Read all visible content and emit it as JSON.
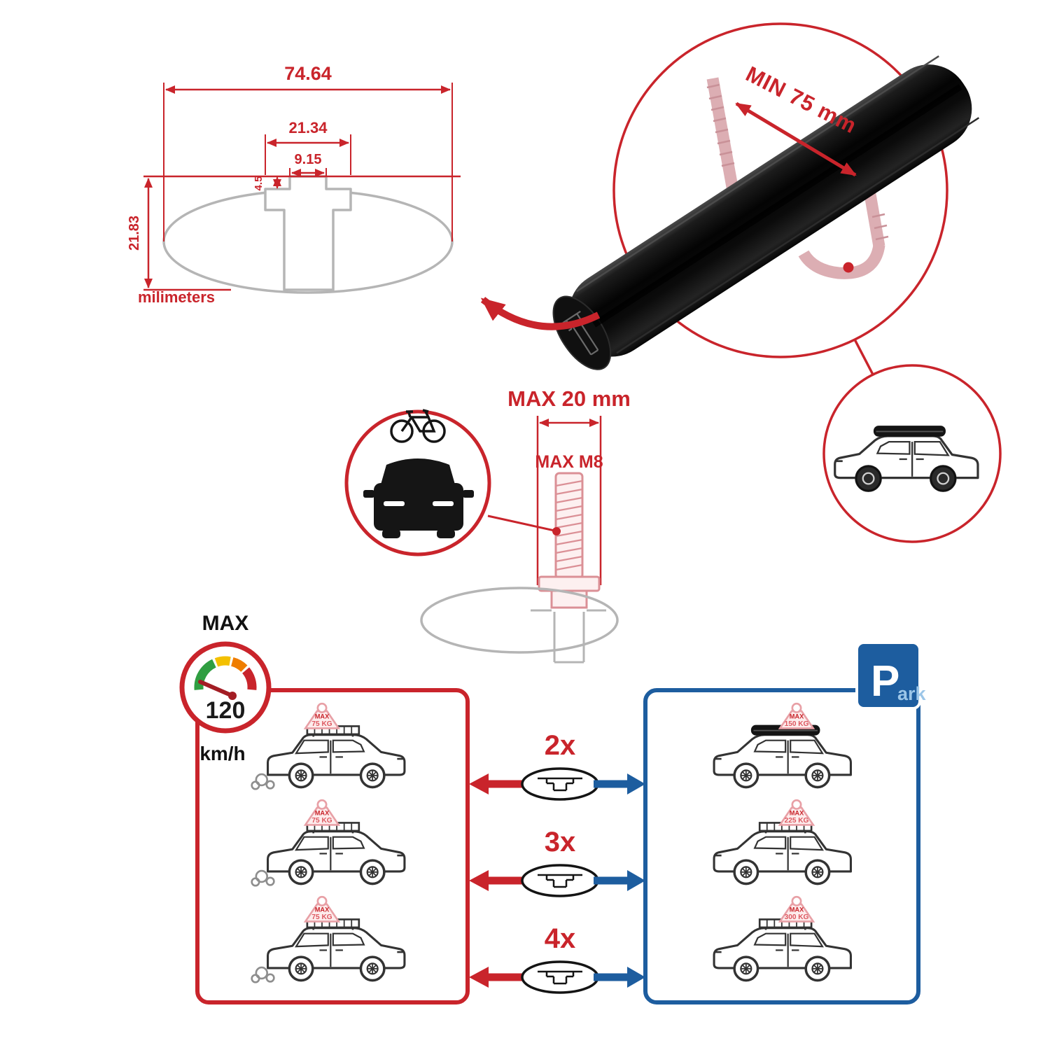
{
  "colors": {
    "red": "#c9242b",
    "blue": "#1d5d9f",
    "pink": "#e8a0a6",
    "gray": "#b5b5b5",
    "dark": "#141414"
  },
  "dimension_diagram": {
    "total_width": "74.64",
    "cavity_width": "21.34",
    "slot_width": "9.15",
    "slot_depth": "4.5",
    "total_height": "21.83",
    "units": "milimeters"
  },
  "crossbar_detail": {
    "min_span": "MIN 75 mm"
  },
  "bolt_detail": {
    "max_width": "MAX 20 mm",
    "max_thread": "MAX M8"
  },
  "speed_limit": {
    "label": "MAX",
    "value": "120",
    "unit": "km/h"
  },
  "park_sign": {
    "letter": "P",
    "rest": "ark"
  },
  "rows": [
    {
      "multiplier": "2x",
      "left": {
        "label": "MAX",
        "value": "75 KG"
      },
      "right": {
        "label": "MAX",
        "value": "150 KG"
      }
    },
    {
      "multiplier": "3x",
      "left": {
        "label": "MAX",
        "value": "75 KG"
      },
      "right": {
        "label": "MAX",
        "value": "225 KG"
      }
    },
    {
      "multiplier": "4x",
      "left": {
        "label": "MAX",
        "value": "75 KG"
      },
      "right": {
        "label": "MAX",
        "value": "300 KG"
      }
    }
  ]
}
